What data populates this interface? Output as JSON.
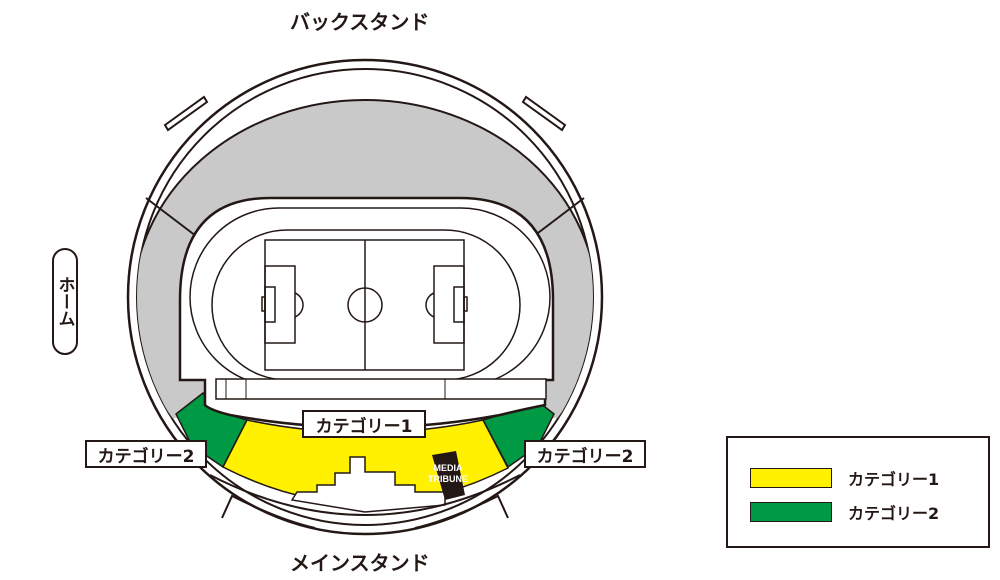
{
  "stands": {
    "back": "バックスタンド",
    "main": "メインスタンド",
    "home": "ホーム"
  },
  "sections": {
    "category1_label": "カテゴリー1",
    "category2_left_label": "カテゴリー2",
    "category2_right_label": "カテゴリー2",
    "media_line1": "MEDIA",
    "media_line2": "TRIBUNE"
  },
  "legend": {
    "items": [
      {
        "label": "カテゴリー1",
        "color": "#fff100"
      },
      {
        "label": "カテゴリー2",
        "color": "#009944"
      }
    ]
  },
  "colors": {
    "stand_gray": "#c9c9c9",
    "line": "#231815",
    "media": "#231815"
  }
}
